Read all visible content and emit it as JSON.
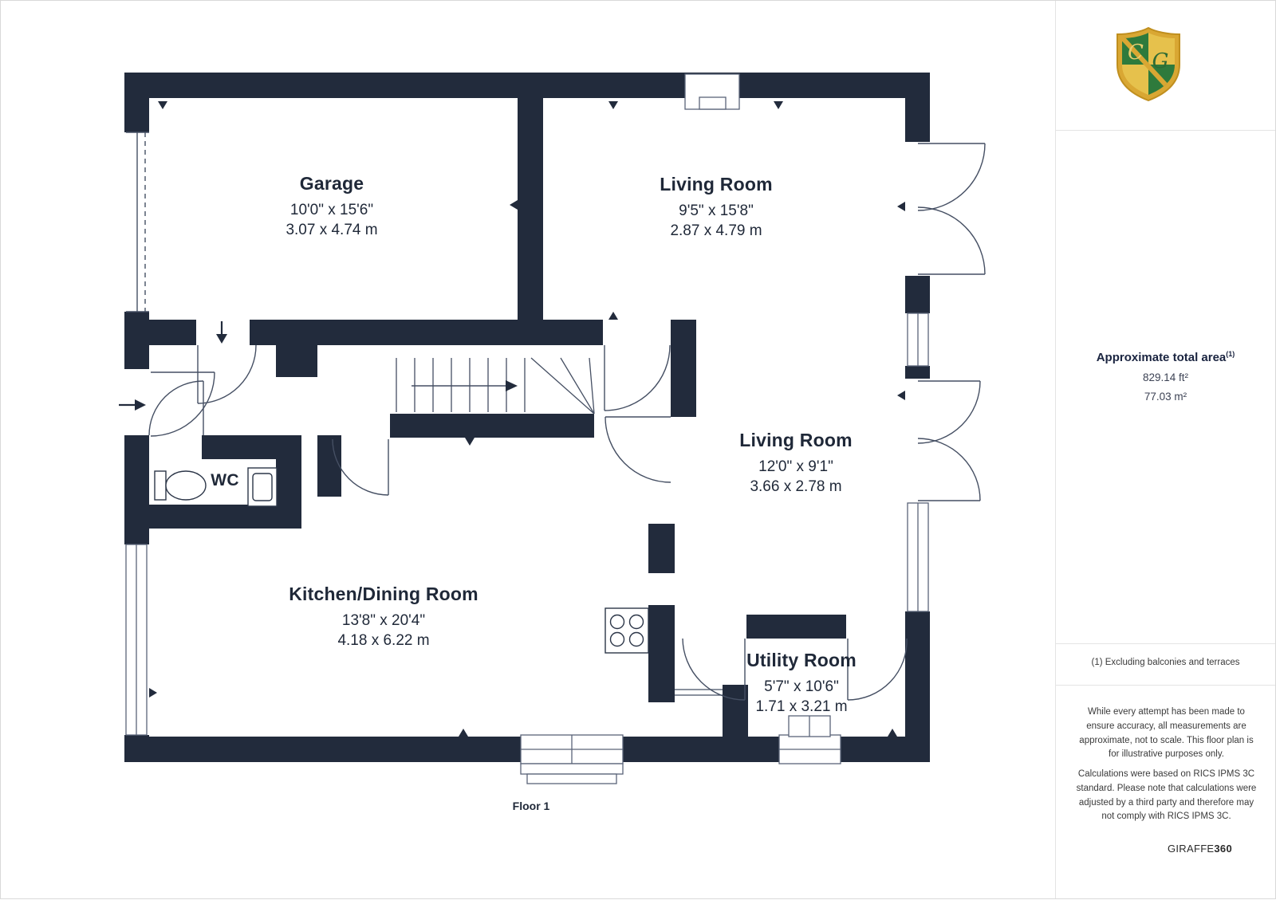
{
  "plan": {
    "floor_label": "Floor 1"
  },
  "rooms": [
    {
      "name": "Garage",
      "dims_imperial": "10'0\" x 15'6\"",
      "dims_metric": "3.07 x 4.74 m"
    },
    {
      "name": "Living Room",
      "dims_imperial": "9'5\" x 15'8\"",
      "dims_metric": "2.87 x 4.79 m"
    },
    {
      "name": "Living Room",
      "dims_imperial": "12'0\" x 9'1\"",
      "dims_metric": "3.66 x 2.78 m"
    },
    {
      "name": "WC"
    },
    {
      "name": "Kitchen/Dining Room",
      "dims_imperial": "13'8\" x 20'4\"",
      "dims_metric": "4.18 x 6.22 m"
    },
    {
      "name": "Utility Room",
      "dims_imperial": "5'7\" x 10'6\"",
      "dims_metric": "1.71 x 3.21 m"
    }
  ],
  "sidebar": {
    "area_title": "Approximate total area",
    "area_sup": "(1)",
    "area_ft": "829.14 ft²",
    "area_m": "77.03 m²",
    "footnote": "(1) Excluding balconies and terraces",
    "disclaimer1": "While every attempt has been made to ensure accuracy, all measurements are approximate, not to scale. This floor plan is for illustrative purposes only.",
    "disclaimer2": "Calculations were based on RICS IPMS 3C standard. Please note that calculations were adjusted by a third party and therefore may not comply with RICS IPMS 3C.",
    "brand_name": "GIRAFFE",
    "brand_suffix": "360"
  },
  "crest": {
    "letter_c": "C",
    "letter_g": "G"
  },
  "colors": {
    "wall": "#222B3C",
    "thin_line": "#454f63",
    "crest_green": "#2e7a3c",
    "crest_gold": "#d9a733"
  }
}
